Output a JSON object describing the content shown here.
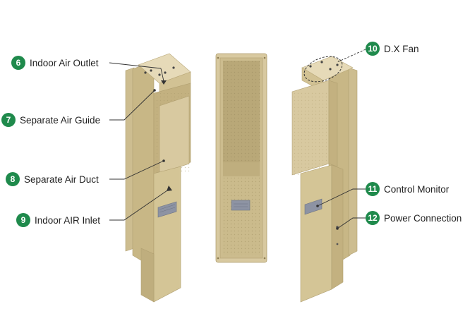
{
  "colors": {
    "badge": "#1f8a4c",
    "cabinet_front": "#d8c9a0",
    "cabinet_side": "#c3b180",
    "cabinet_top": "#e6dab8",
    "leader": "#333333"
  },
  "callouts": [
    {
      "number": "6",
      "label": "Indoor Air Outlet"
    },
    {
      "number": "7",
      "label": "Separate Air Guide"
    },
    {
      "number": "8",
      "label": "Separate Air Duct"
    },
    {
      "number": "9",
      "label": "Indoor AIR Inlet"
    },
    {
      "number": "10",
      "label": "D.X Fan"
    },
    {
      "number": "11",
      "label": "Control Monitor"
    },
    {
      "number": "12",
      "label": "Power Connection"
    }
  ]
}
